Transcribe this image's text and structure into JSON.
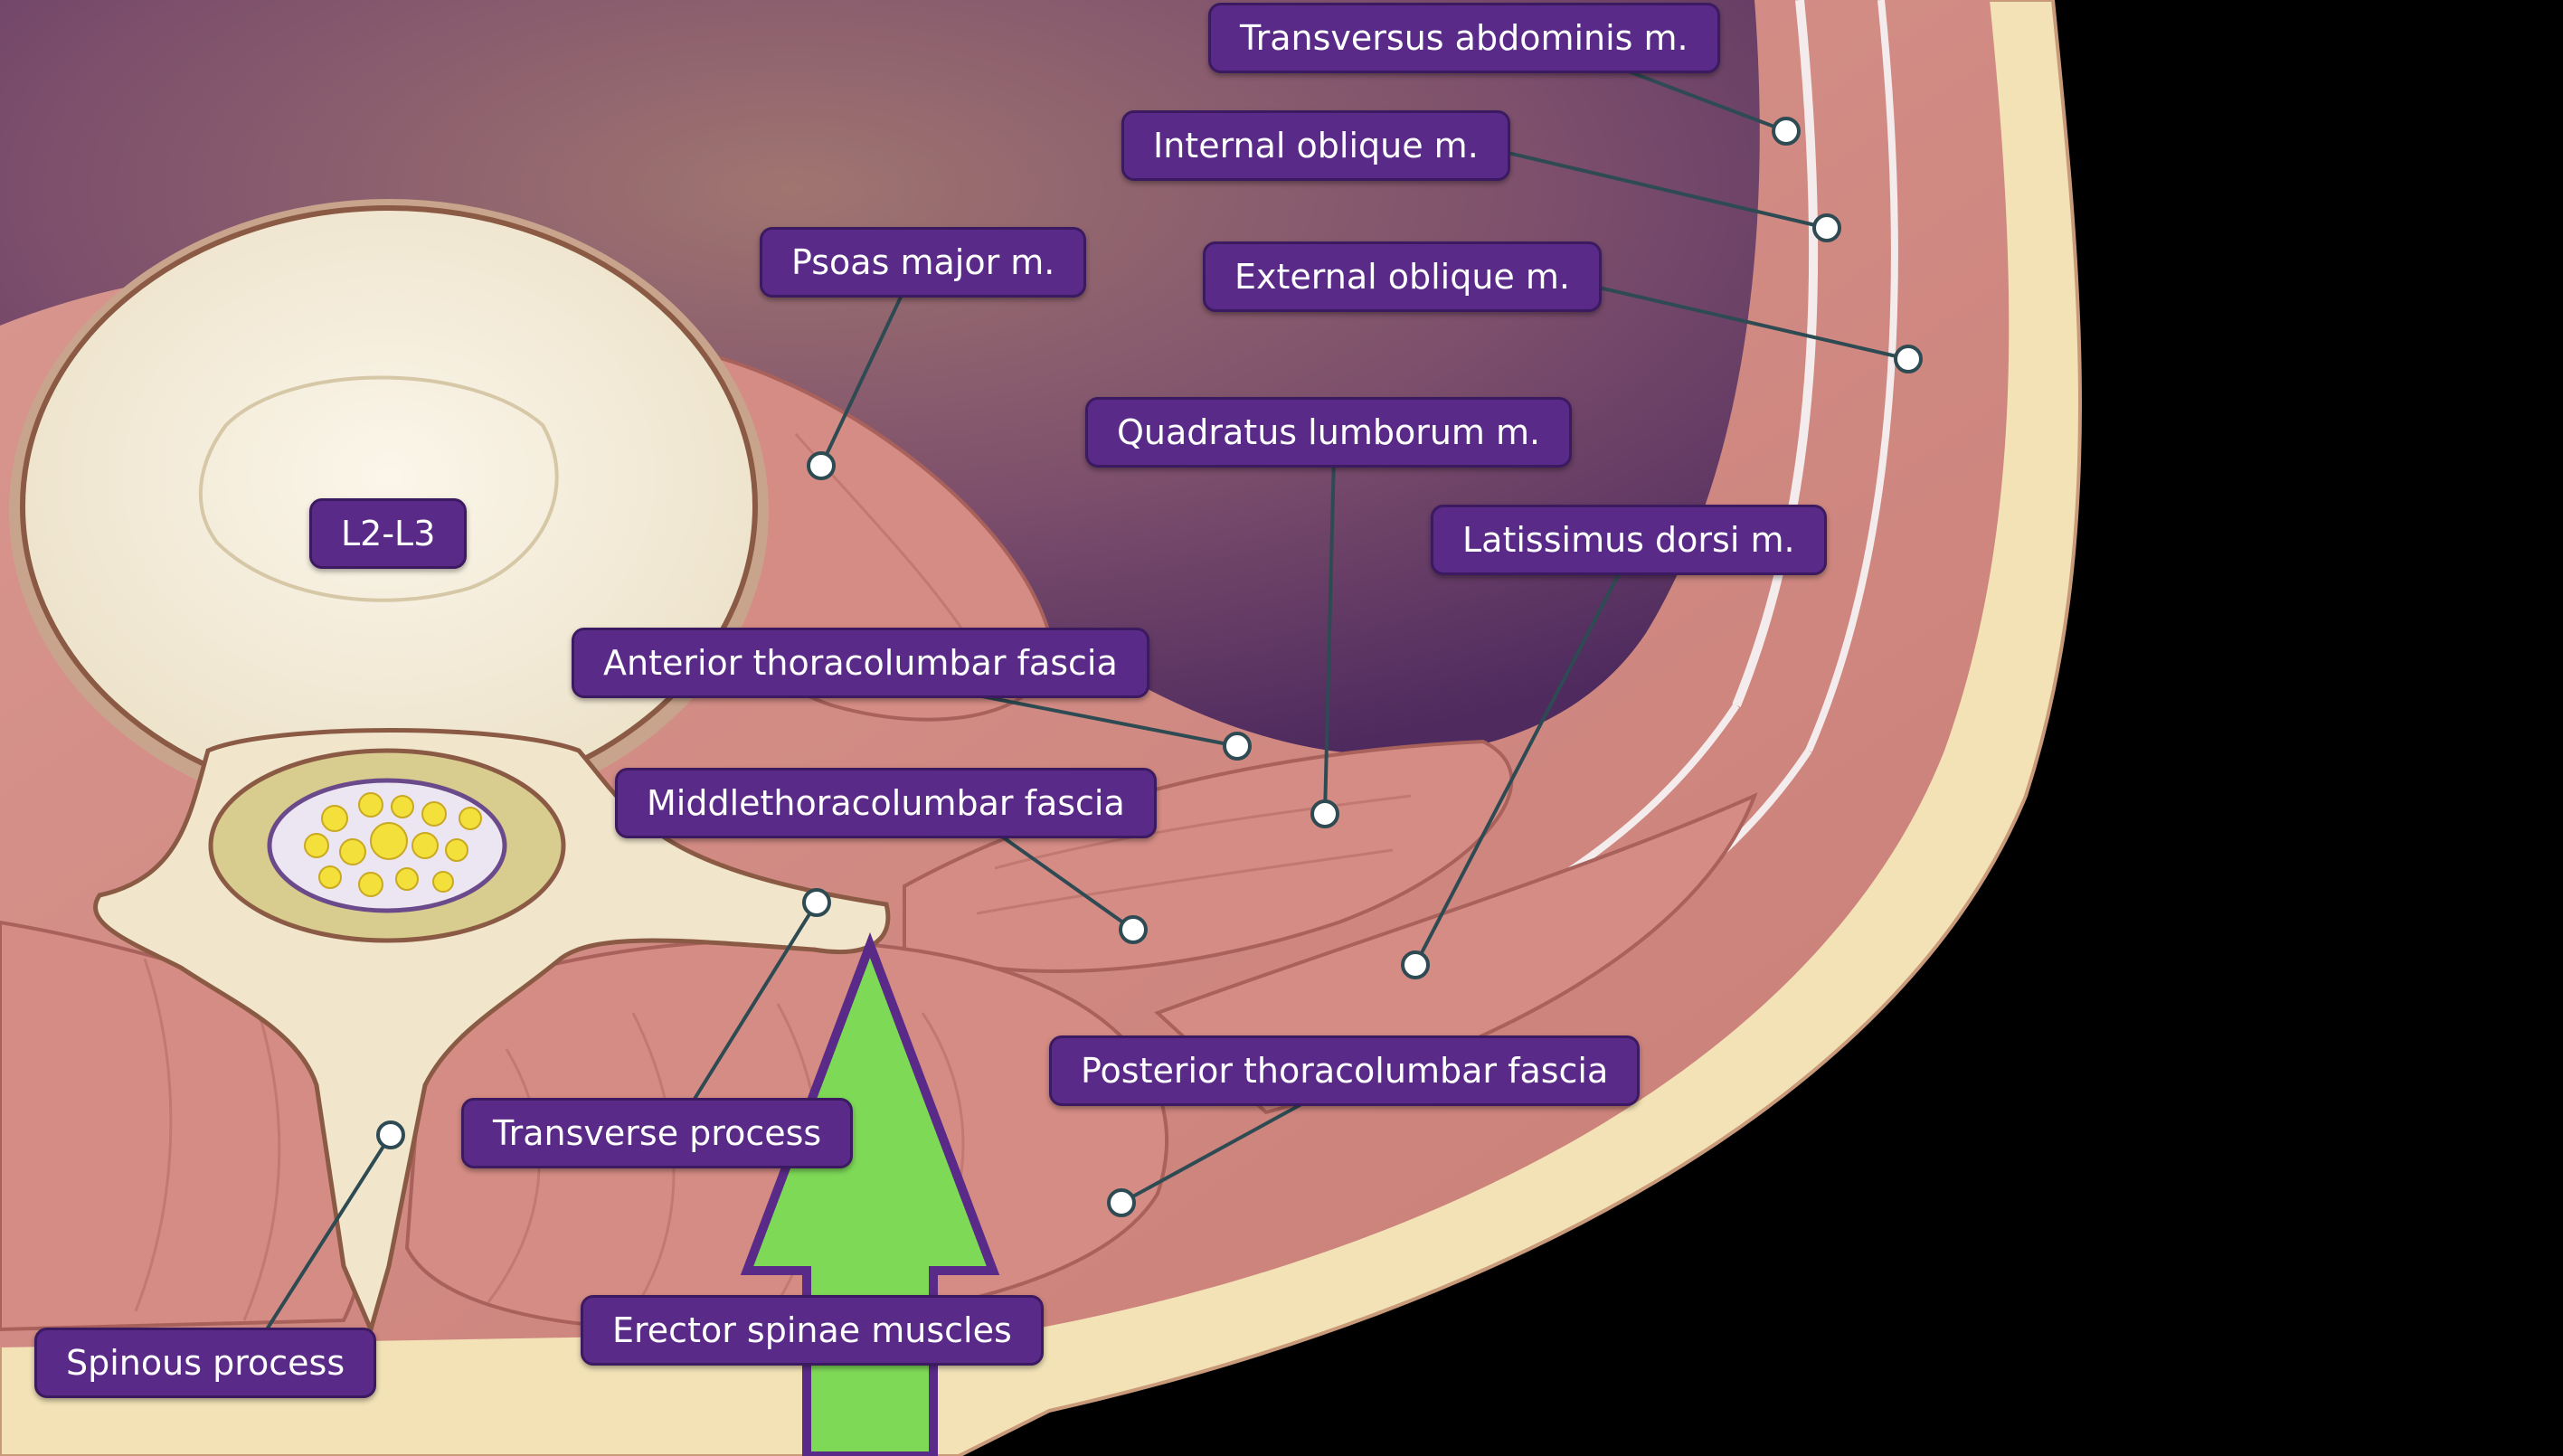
{
  "labels": {
    "transversus_abdominis": "Transversus abdominis m.",
    "internal_oblique": "Internal oblique m.",
    "psoas_major": "Psoas major m.",
    "external_oblique": "External oblique m.",
    "quadratus_lumborum": "Quadratus lumborum m.",
    "latissimus_dorsi": "Latissimus dorsi m.",
    "vertebra_level": "L2-L3",
    "anterior_fascia": "Anterior thoracolumbar fascia",
    "middle_fascia": "Middlethoracolumbar fascia",
    "transverse_process": "Transverse process",
    "posterior_fascia": "Posterior thoracolumbar fascia",
    "spinous_process": "Spinous process",
    "erector_spinae": "Erector spinae muscles"
  },
  "colors": {
    "label_fill": "#5a2a88",
    "label_border": "#3c1a62",
    "leader_line": "#2e4a52",
    "arrow_fill": "#7ed957",
    "arrow_outline": "#5a2a88",
    "background": "#000000",
    "muscle": "#d48c84",
    "fat": "#f4e6bc",
    "bone": "#f3ecd9",
    "cavity": "#6e3f64"
  }
}
